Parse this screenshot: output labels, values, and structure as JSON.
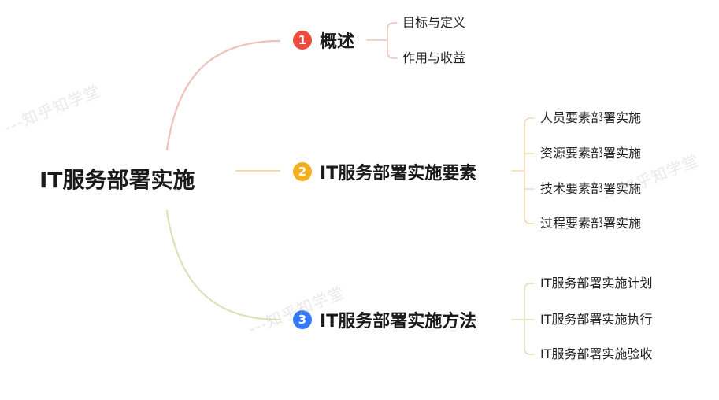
{
  "root": {
    "title": "IT服务部署实施"
  },
  "branches": [
    {
      "number": "1",
      "color": "#ee4b3e",
      "line_color": "#eec1bb",
      "label": "概述",
      "children": [
        "目标与定义",
        "作用与收益"
      ]
    },
    {
      "number": "2",
      "color": "#f2b01e",
      "line_color": "#f5d8b0",
      "label": "IT服务部署实施要素",
      "children": [
        "人员要素部署实施",
        "资源要素部署实施",
        "技术要素部署实施",
        "过程要素部署实施"
      ]
    },
    {
      "number": "3",
      "color": "#3478f6",
      "line_color": "#d9e2b8",
      "label": "IT服务部署实施方法",
      "children": [
        "IT服务部署实施计划",
        "IT服务部署实施执行",
        "IT服务部署实施验收"
      ]
    }
  ],
  "watermark": {
    "text": "---知乎知学堂"
  }
}
